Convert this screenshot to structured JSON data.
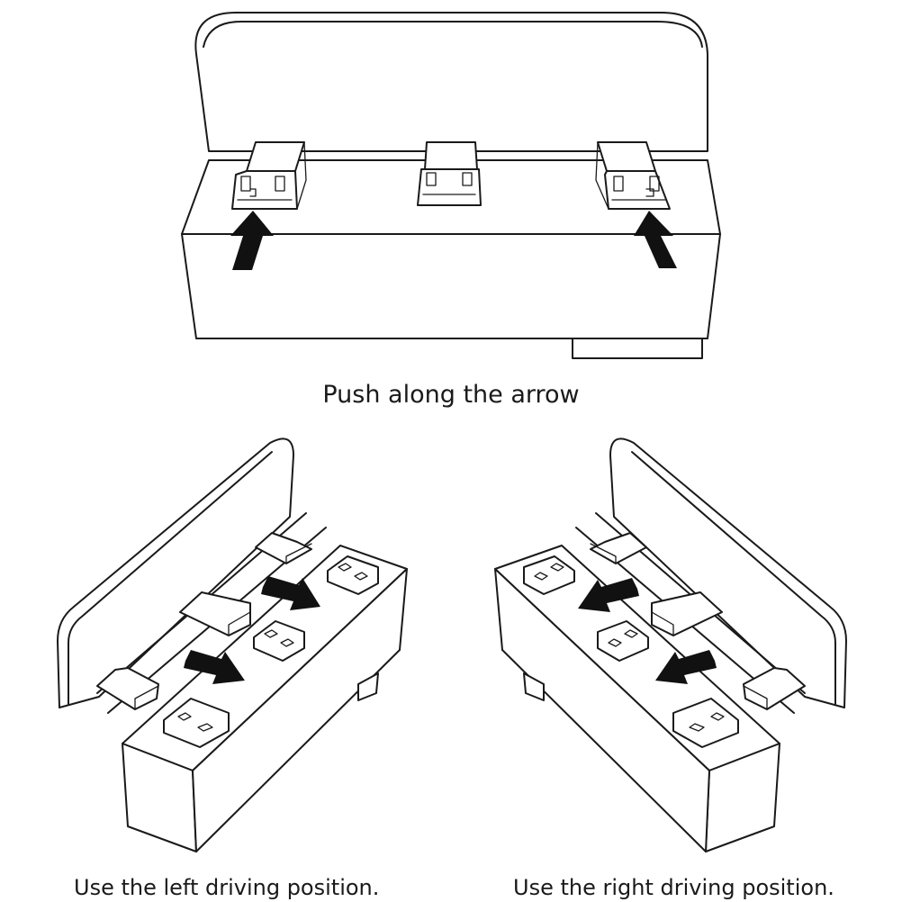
{
  "captions": {
    "top": "Push along the arrow",
    "left": "Use the left driving position.",
    "right": "Use the right driving position."
  },
  "colors": {
    "line": "#1a1a1a",
    "arrow": "#111111",
    "background": "#ffffff"
  }
}
